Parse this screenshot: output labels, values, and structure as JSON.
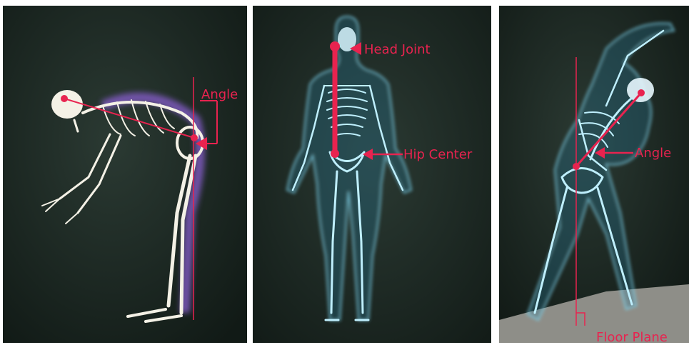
{
  "panels": {
    "left": {
      "angle_label": "Angle"
    },
    "middle": {
      "head_label": "Head Joint",
      "hip_label": "Hip Center"
    },
    "right": {
      "angle_label": "Angle",
      "floor_label": "Floor Plane"
    }
  },
  "colors": {
    "annotation": "#e8234f",
    "background": "#1e2a24",
    "skeleton": "#f4f1e6",
    "xray_body": "#7fd6f0",
    "aura": "#8a5fd1"
  },
  "icons": {
    "joint_marker": "red-dot",
    "arrow": "red-arrow-left",
    "right_angle": "right-angle-mark"
  }
}
